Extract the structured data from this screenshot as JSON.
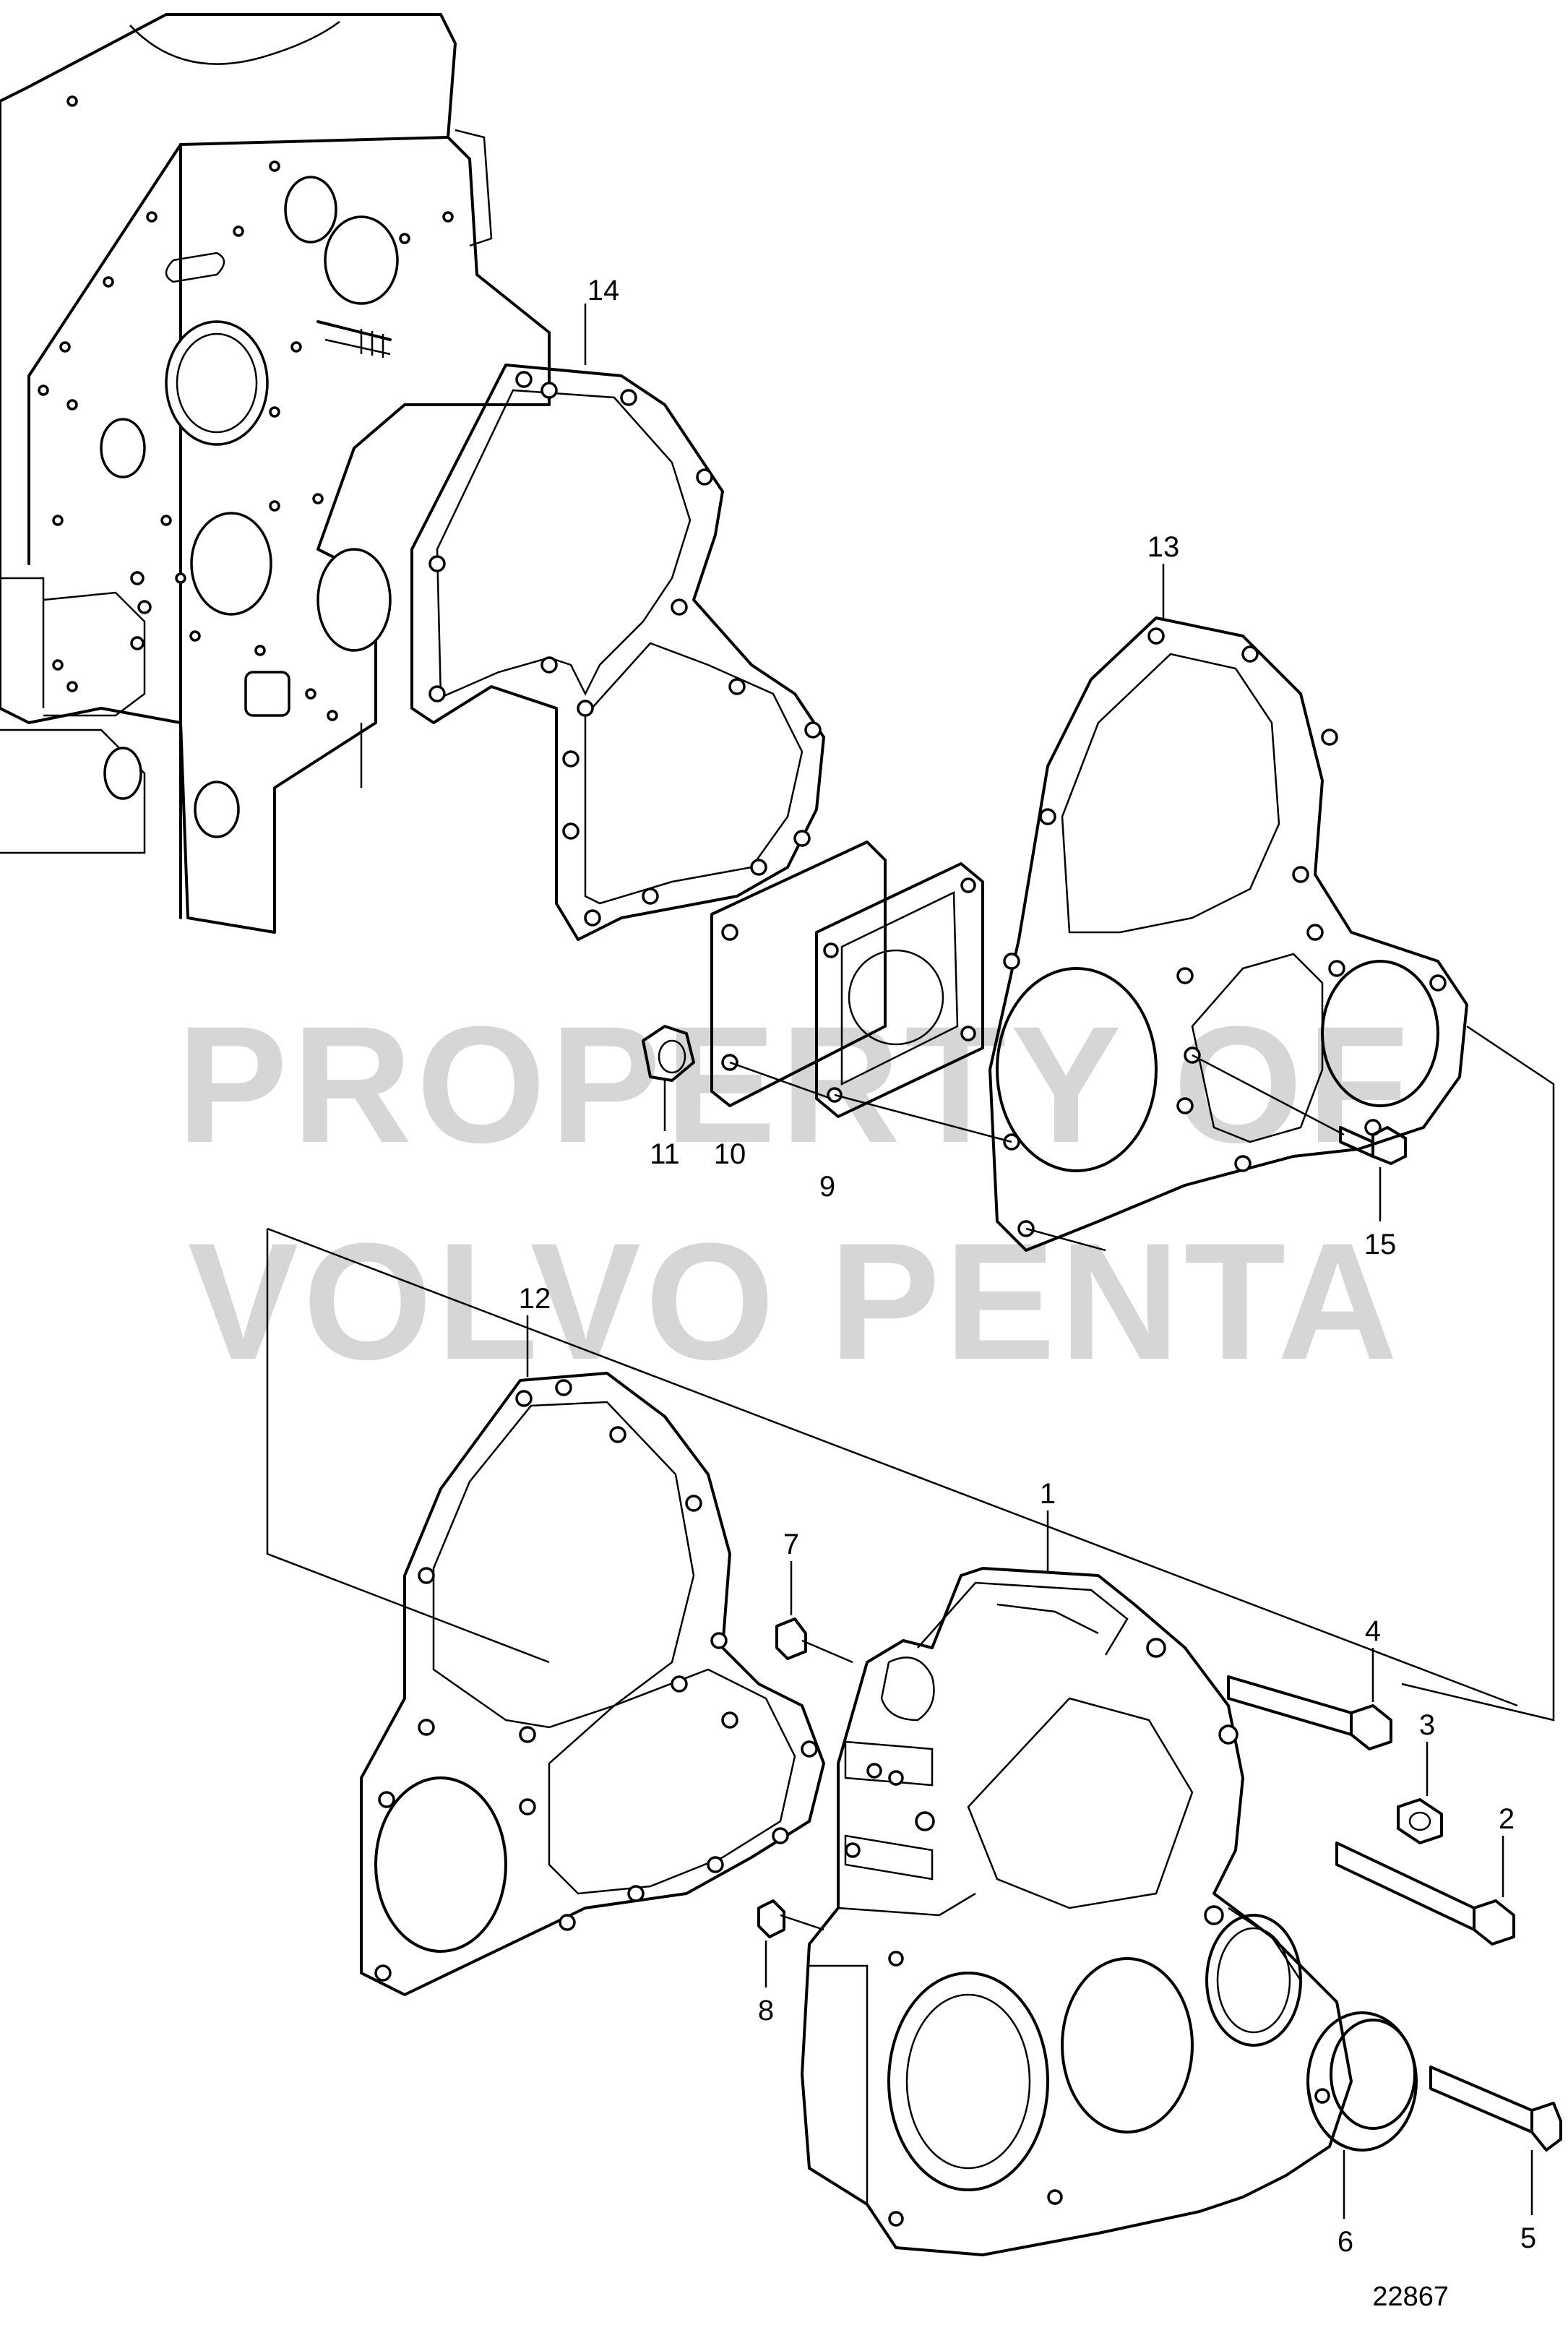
{
  "watermark": {
    "line1": "PROPERTY OF",
    "line2": "VOLVO PENTA"
  },
  "drawing_number": "22867",
  "callouts": {
    "c1": "1",
    "c2": "2",
    "c3": "3",
    "c4": "4",
    "c5": "5",
    "c6": "6",
    "c7": "7",
    "c8": "8",
    "c9": "9",
    "c10": "10",
    "c11": "11",
    "c12": "12",
    "c13": "13",
    "c14": "14",
    "c15": "15"
  },
  "colors": {
    "line": "#000000",
    "watermark": "#d6d6d6",
    "background": "#ffffff"
  }
}
